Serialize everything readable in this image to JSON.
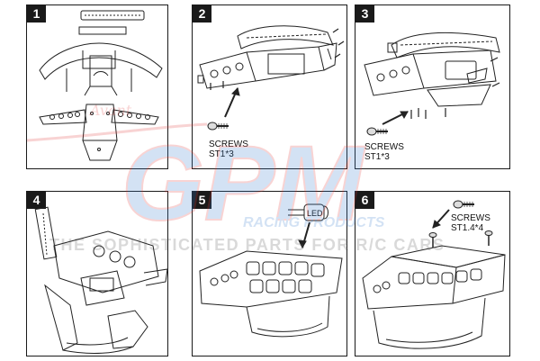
{
  "steps": [
    {
      "number": "1"
    },
    {
      "number": "2",
      "callout": {
        "line1": "SCREWS",
        "line2": "ST1*3"
      }
    },
    {
      "number": "3",
      "callout": {
        "line1": "SCREWS",
        "line2": "ST1*3"
      }
    },
    {
      "number": "4"
    },
    {
      "number": "5",
      "callout": {
        "line1": "LED"
      }
    },
    {
      "number": "6",
      "callout": {
        "line1": "SCREWS",
        "line2": "ST1.4*4"
      }
    }
  ],
  "watermark": {
    "brand": "GPM",
    "script_mark": "Avant",
    "racing": "RACING PRODUCTS",
    "tagline": "THE SOPHISTICATED PARTS FOR R/C CARS",
    "color_red": "#e23b3b",
    "color_blue": "#3a7fd0"
  }
}
